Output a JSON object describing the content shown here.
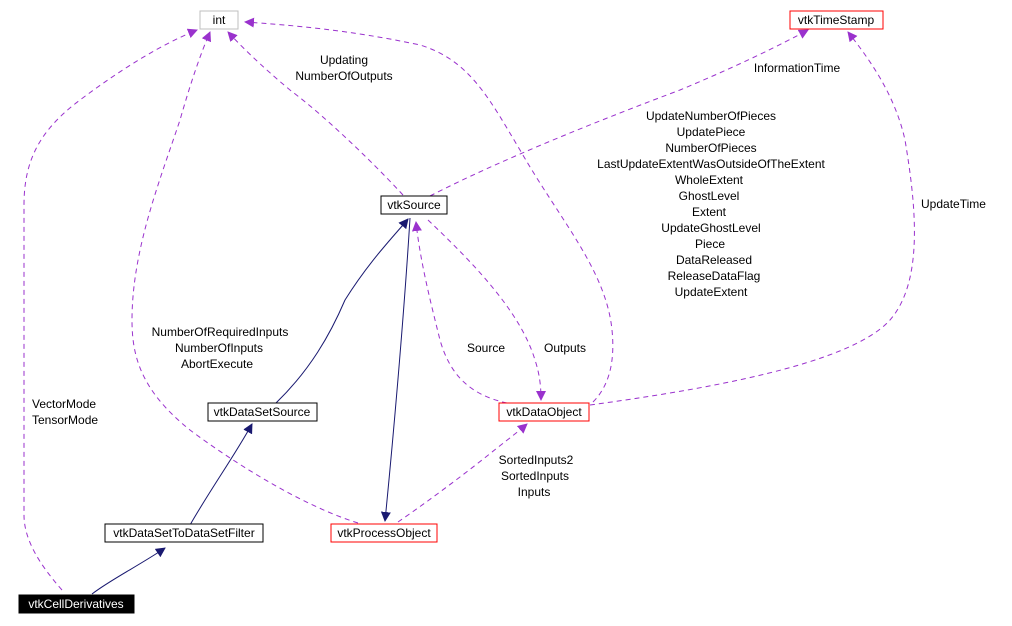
{
  "title": "vtkCellDerivatives collaboration graph",
  "colors": {
    "inheritance_edge": "#191970",
    "usage_edge": "#9a32cd",
    "node_border_default": "#000000",
    "node_border_undocumented": "#ff0000",
    "node_border_builtin": "#bfbfbf",
    "focus_node_fill": "#000000",
    "focus_node_text": "#ffffff"
  },
  "nodes": [
    {
      "id": "int",
      "label": "int",
      "style": "builtin"
    },
    {
      "id": "vtkTimeStamp",
      "label": "vtkTimeStamp",
      "style": "red"
    },
    {
      "id": "vtkSource",
      "label": "vtkSource",
      "style": "black"
    },
    {
      "id": "vtkDataSetSource",
      "label": "vtkDataSetSource",
      "style": "black"
    },
    {
      "id": "vtkDataObject",
      "label": "vtkDataObject",
      "style": "red"
    },
    {
      "id": "vtkDataSetToDataSetFilter",
      "label": "vtkDataSetToDataSetFilter",
      "style": "black"
    },
    {
      "id": "vtkProcessObject",
      "label": "vtkProcessObject",
      "style": "red"
    },
    {
      "id": "vtkCellDerivatives",
      "label": "vtkCellDerivatives",
      "style": "focus"
    }
  ],
  "edges": [
    {
      "from": "vtkCellDerivatives",
      "to": "vtkDataSetToDataSetFilter",
      "type": "inheritance"
    },
    {
      "from": "vtkDataSetToDataSetFilter",
      "to": "vtkDataSetSource",
      "type": "inheritance"
    },
    {
      "from": "vtkDataSetSource",
      "to": "vtkSource",
      "type": "inheritance"
    },
    {
      "from": "vtkSource",
      "to": "vtkProcessObject",
      "type": "inheritance"
    },
    {
      "from": "vtkCellDerivatives",
      "to": "int",
      "type": "usage",
      "labels": [
        "VectorMode",
        "TensorMode"
      ]
    },
    {
      "from": "vtkProcessObject",
      "to": "int",
      "type": "usage",
      "labels": [
        "NumberOfRequiredInputs",
        "NumberOfInputs",
        "AbortExecute"
      ]
    },
    {
      "from": "vtkSource",
      "to": "int",
      "type": "usage",
      "labels": [
        "Updating",
        "NumberOfOutputs"
      ]
    },
    {
      "from": "vtkDataObject",
      "to": "int",
      "type": "usage",
      "labels": [
        "UpdateNumberOfPieces",
        "UpdatePiece",
        "NumberOfPieces",
        "LastUpdateExtentWasOutsideOfTheExtent",
        "WholeExtent",
        "GhostLevel",
        "Extent",
        "UpdateGhostLevel",
        "Piece",
        "DataReleased",
        "ReleaseDataFlag",
        "UpdateExtent"
      ]
    },
    {
      "from": "vtkSource",
      "to": "vtkTimeStamp",
      "type": "usage",
      "labels": [
        "InformationTime"
      ]
    },
    {
      "from": "vtkDataObject",
      "to": "vtkTimeStamp",
      "type": "usage",
      "labels": [
        "UpdateTime"
      ]
    },
    {
      "from": "vtkDataObject",
      "to": "vtkSource",
      "type": "usage",
      "labels": [
        "Source"
      ]
    },
    {
      "from": "vtkSource",
      "to": "vtkDataObject",
      "type": "usage",
      "labels": [
        "Outputs"
      ]
    },
    {
      "from": "vtkProcessObject",
      "to": "vtkDataObject",
      "type": "usage",
      "labels": [
        "SortedInputs2",
        "SortedInputs",
        "Inputs"
      ]
    }
  ]
}
